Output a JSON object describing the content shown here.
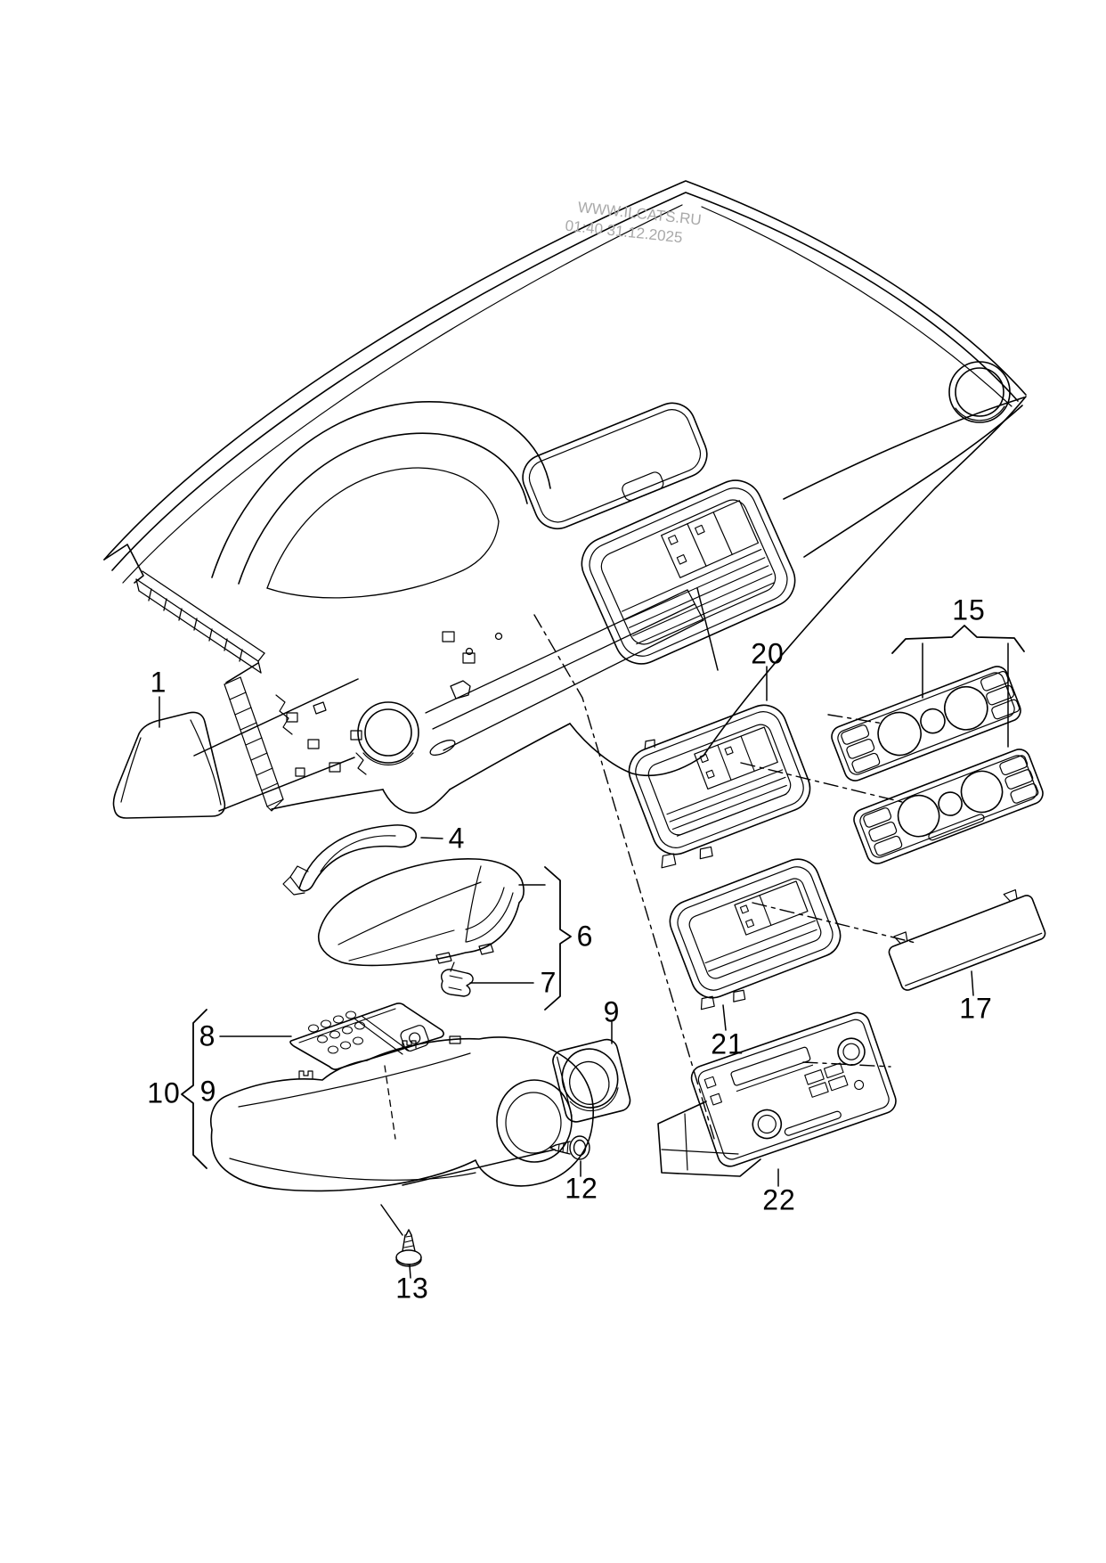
{
  "watermark": {
    "line1": "WWW.ILCATS.RU",
    "line2": "01:40 31.12.2025",
    "color": "#a9a9a9"
  },
  "diagram": {
    "kind": "exploded parts line drawing of an instrument panel (dashboard)",
    "line_color": "#000000",
    "background_color": "#ffffff"
  },
  "labels": {
    "p1": "1",
    "p4": "4",
    "p6": "6",
    "p7": "7",
    "p8": "8",
    "p9_group": "9",
    "p9_bezel": "9",
    "p10": "10",
    "p12": "12",
    "p13": "13",
    "p15": "15",
    "p17": "17",
    "p20": "20",
    "p21": "21",
    "p22": "22"
  }
}
